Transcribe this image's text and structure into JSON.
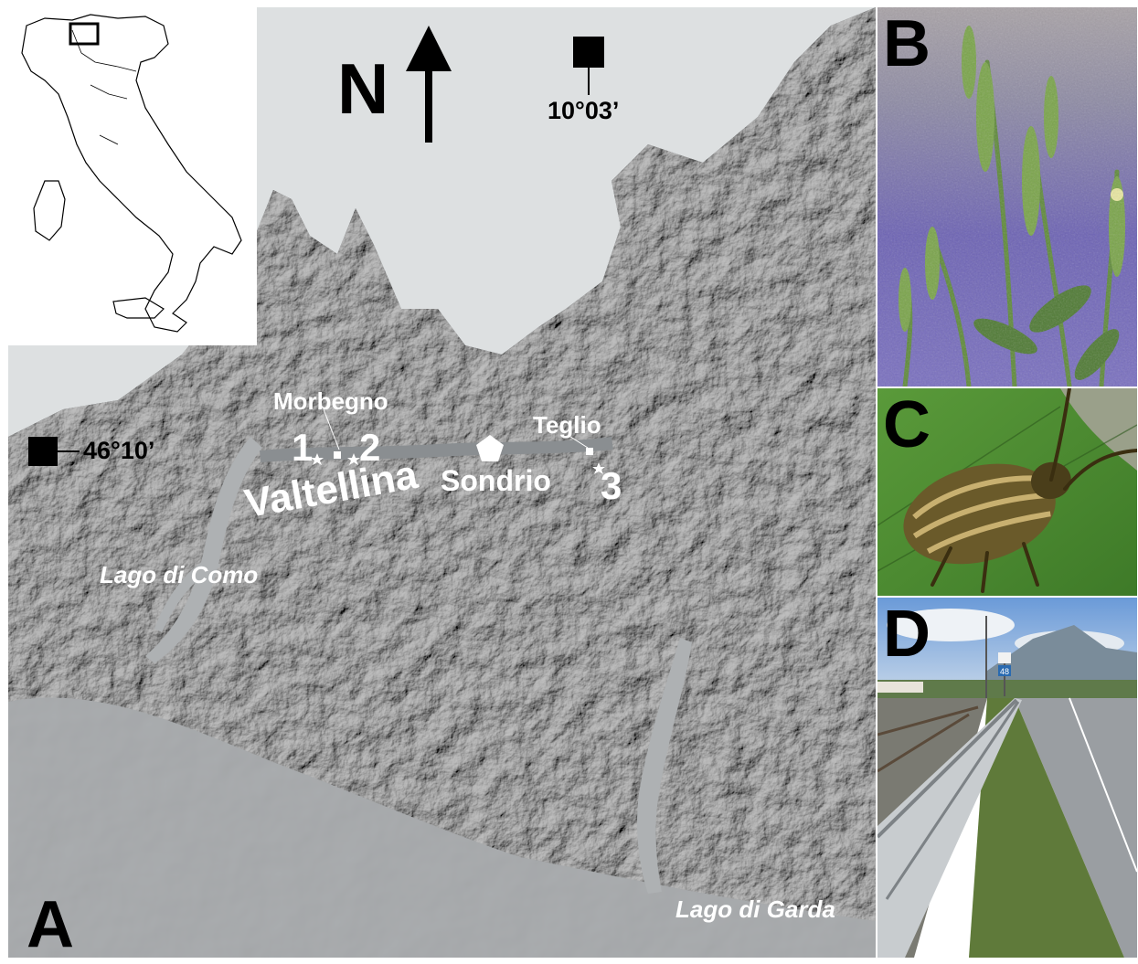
{
  "panels": {
    "a": "A",
    "b": "B",
    "c": "C",
    "d": "D"
  },
  "compass": {
    "north": "N"
  },
  "coordinates": {
    "longitude": "10°03’",
    "latitude": "46°10’"
  },
  "places": {
    "morbegno": "Morbegno",
    "teglio": "Teglio",
    "sondrio": "Sondrio",
    "valtellina": "Valtellina",
    "lago_como": "Lago di Como",
    "lago_garda": "Lago di Garda"
  },
  "sites": {
    "site1": "1",
    "site2": "2",
    "site3": "3"
  },
  "sign": {
    "text": "48"
  },
  "colors": {
    "terrain_dark": "#3f4244",
    "terrain_light": "#b9bcbe",
    "sky": "#dde0e1",
    "plain": "#8f9295"
  }
}
